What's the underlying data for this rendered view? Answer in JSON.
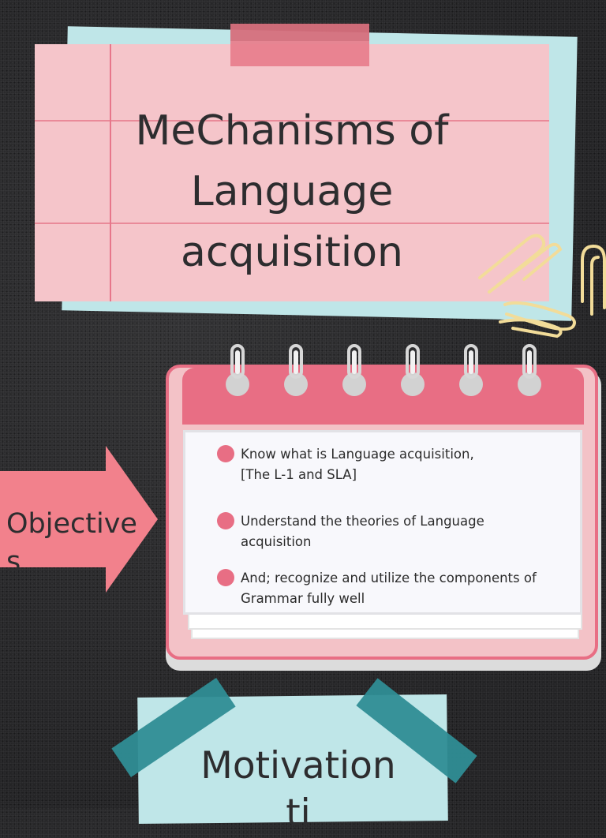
{
  "title": {
    "line1": "MeChanisms of",
    "line2": "Language",
    "line3": "acquisition"
  },
  "objectives": {
    "label": "Objectives"
  },
  "calendar": {
    "items": [
      {
        "line1": "Know what is Language acquisition,",
        "line2": "[The L-1 and SLA]"
      },
      {
        "line1": "Understand the theories of Language",
        "line2": "acquisition"
      },
      {
        "line1": "And; recognize and utilize the components of",
        "line2": "Grammar fully well"
      }
    ]
  },
  "motivation": {
    "line1": "Motivation",
    "line2": "ti"
  },
  "colors": {
    "background": "#2b2b2d",
    "note_pink": "#f5c5ca",
    "note_blue": "#bfe6e8",
    "accent_pink": "#e86e84",
    "tape_teal": "#2f8d95",
    "paperclip": "#f2dc99"
  }
}
